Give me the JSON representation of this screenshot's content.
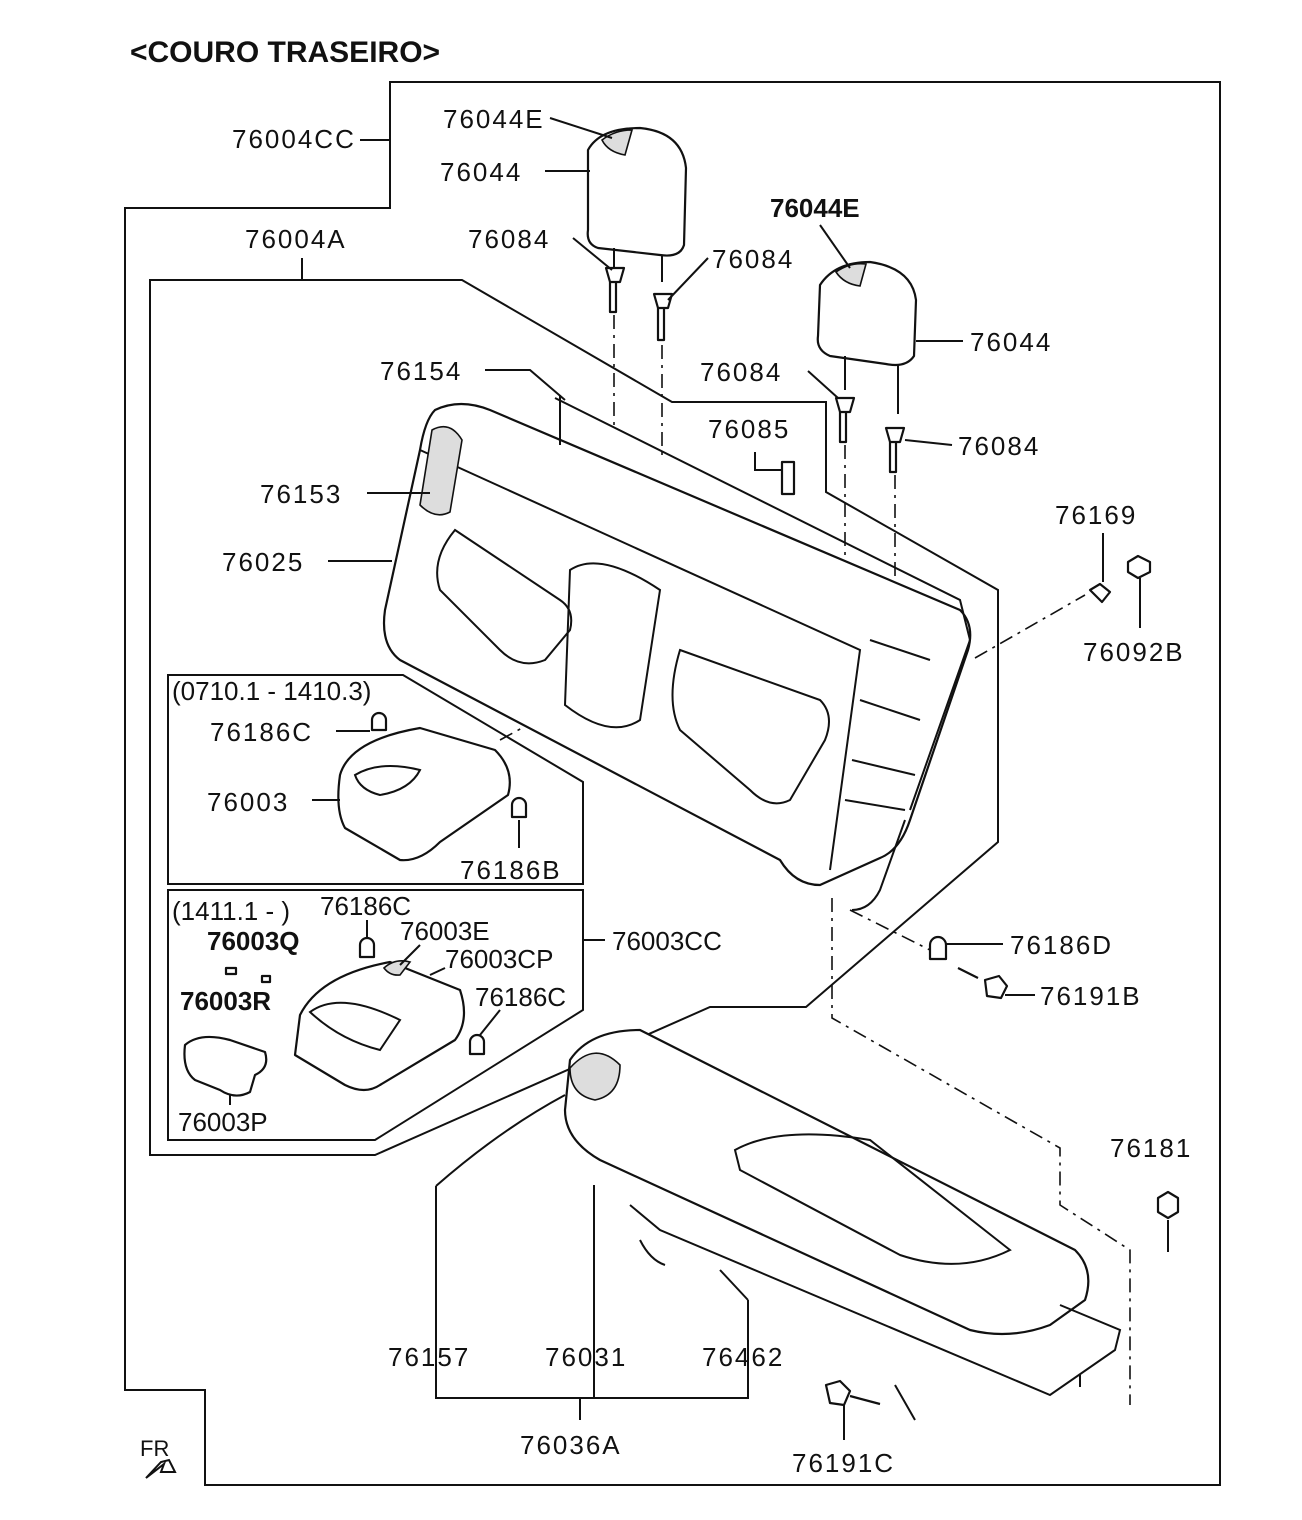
{
  "title": "<COURO TRASEIRO>",
  "labels": {
    "p76004CC": "76004CC",
    "p76044E_a": "76044E",
    "p76044_a": "76044",
    "p76084_a": "76084",
    "p76084_b": "76084",
    "p76044E_b": "76044E",
    "p76004A": "76004A",
    "p76044_b": "76044",
    "p76154": "76154",
    "p76084_c": "76084",
    "p76085": "76085",
    "p76084_d": "76084",
    "p76153": "76153",
    "p76169": "76169",
    "p76025": "76025",
    "p76092B": "76092B",
    "range1": "(0710.1 - 1410.3)",
    "p76186C_a": "76186C",
    "p76003": "76003",
    "p76186B": "76186B",
    "range2": "(1411.1 - )",
    "p76186C_b": "76186C",
    "p76003E": "76003E",
    "p76003Q": "76003Q",
    "p76003CC": "76003CC",
    "p76003CP": "76003CP",
    "p76186D": "76186D",
    "p76003R": "76003R",
    "p76186C_c": "76186C",
    "p76191B": "76191B",
    "p76181": "76181",
    "p76003P": "76003P",
    "p76157": "76157",
    "p76031": "76031",
    "p76462": "76462",
    "p76036A": "76036A",
    "p76191C": "76191C",
    "fr": "FR"
  }
}
